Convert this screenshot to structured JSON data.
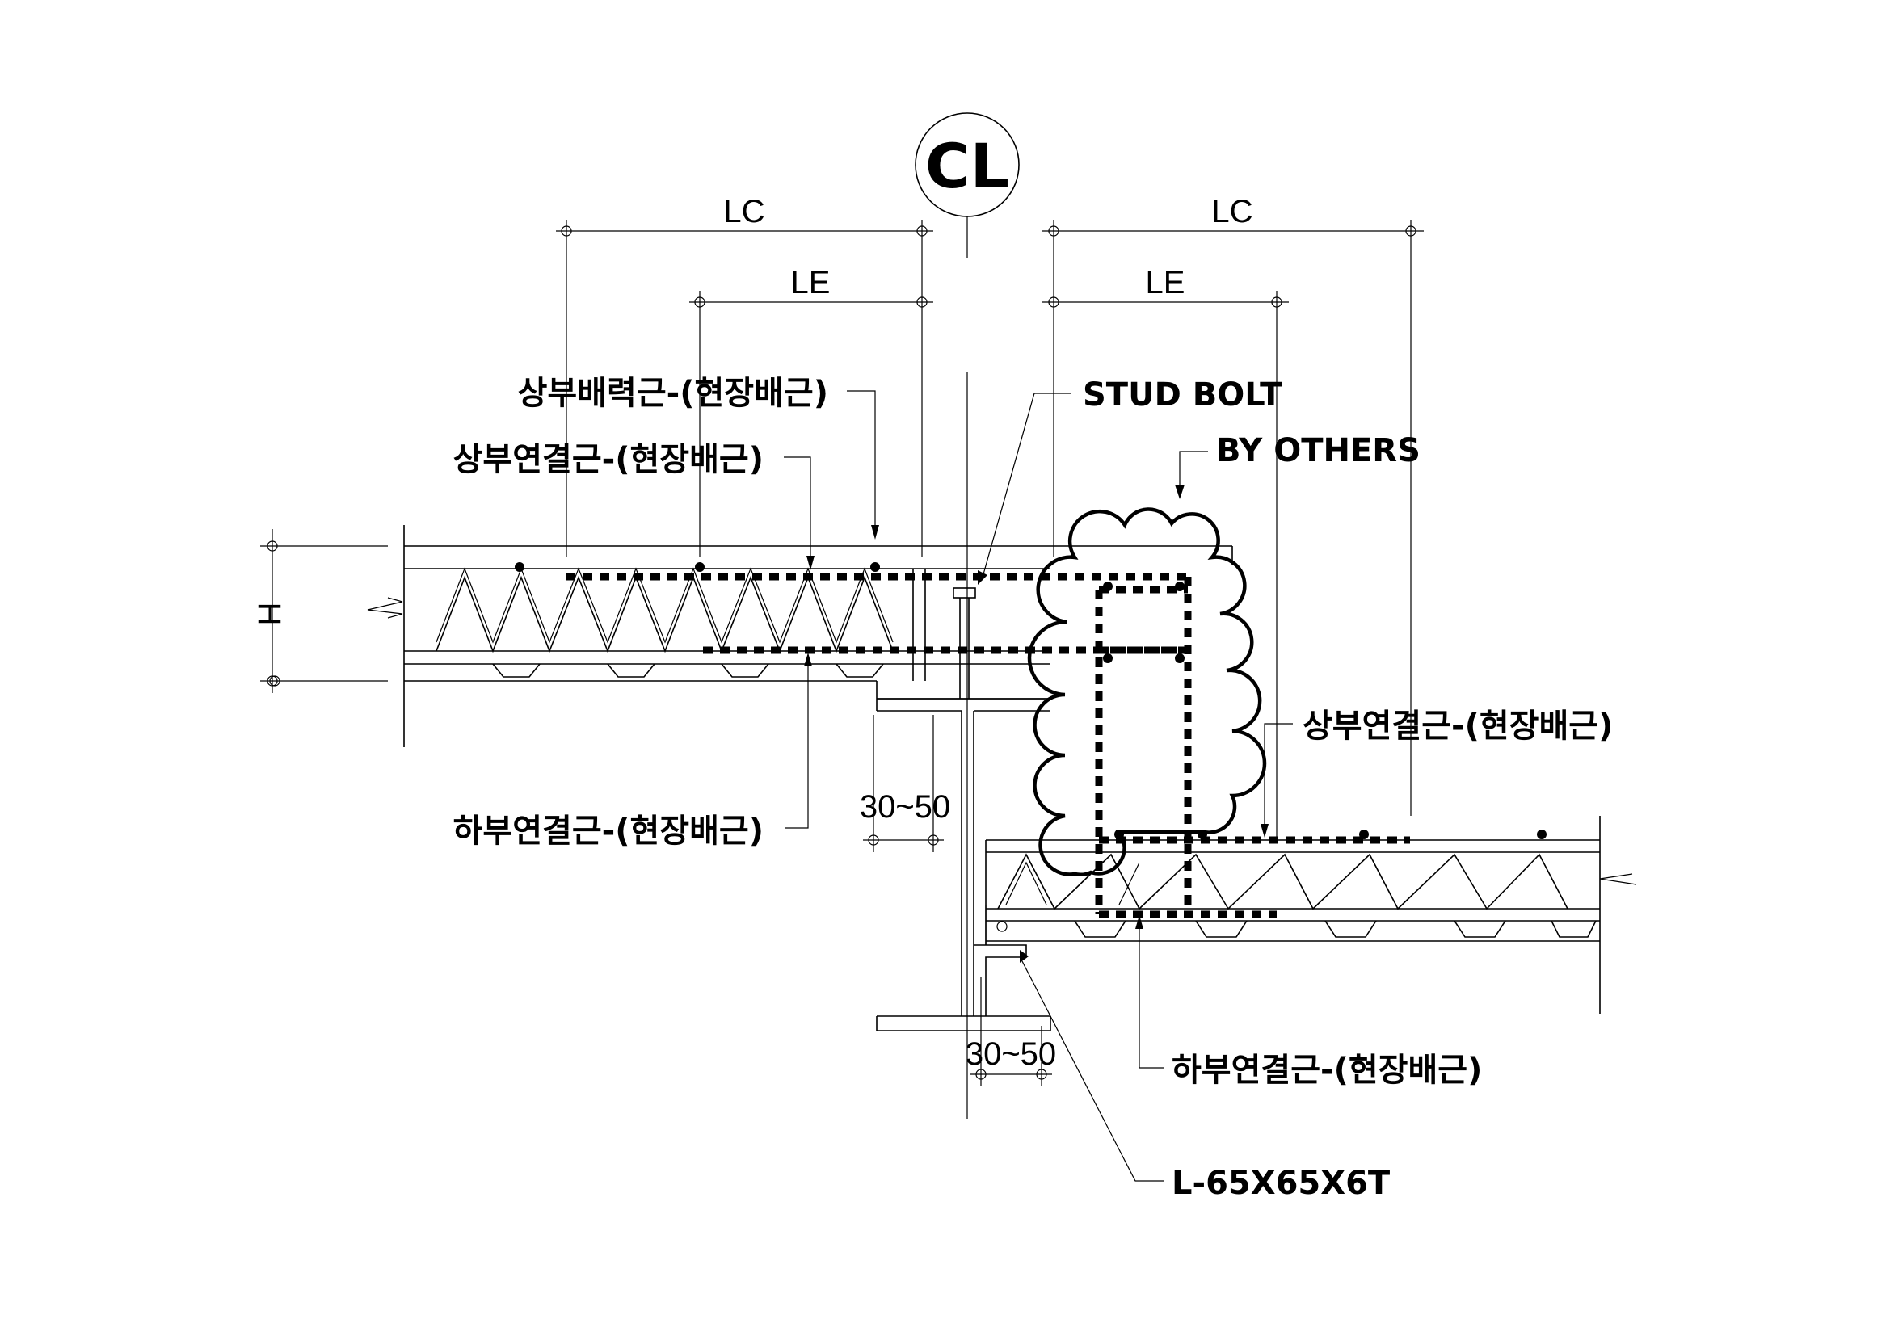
{
  "centerline_symbol": "CL",
  "dims": {
    "lc_left": "LC",
    "le_left": "LE",
    "lc_right": "LC",
    "le_right": "LE",
    "height": "H",
    "gap_upper": "30~50",
    "gap_lower": "30~50"
  },
  "labels": {
    "top_main_rebar": "상부배력근-(현장배근)",
    "top_connect_left": "상부연결근-(현장배근)",
    "bottom_connect_left": "하부연결근-(현장배근)",
    "stud_bolt": "STUD BOLT",
    "by_others": "BY OTHERS",
    "top_connect_right": "상부연결근-(현장배근)",
    "bottom_connect_right": "하부연결근-(현장배근)",
    "angle": "L-65X65X6T"
  }
}
